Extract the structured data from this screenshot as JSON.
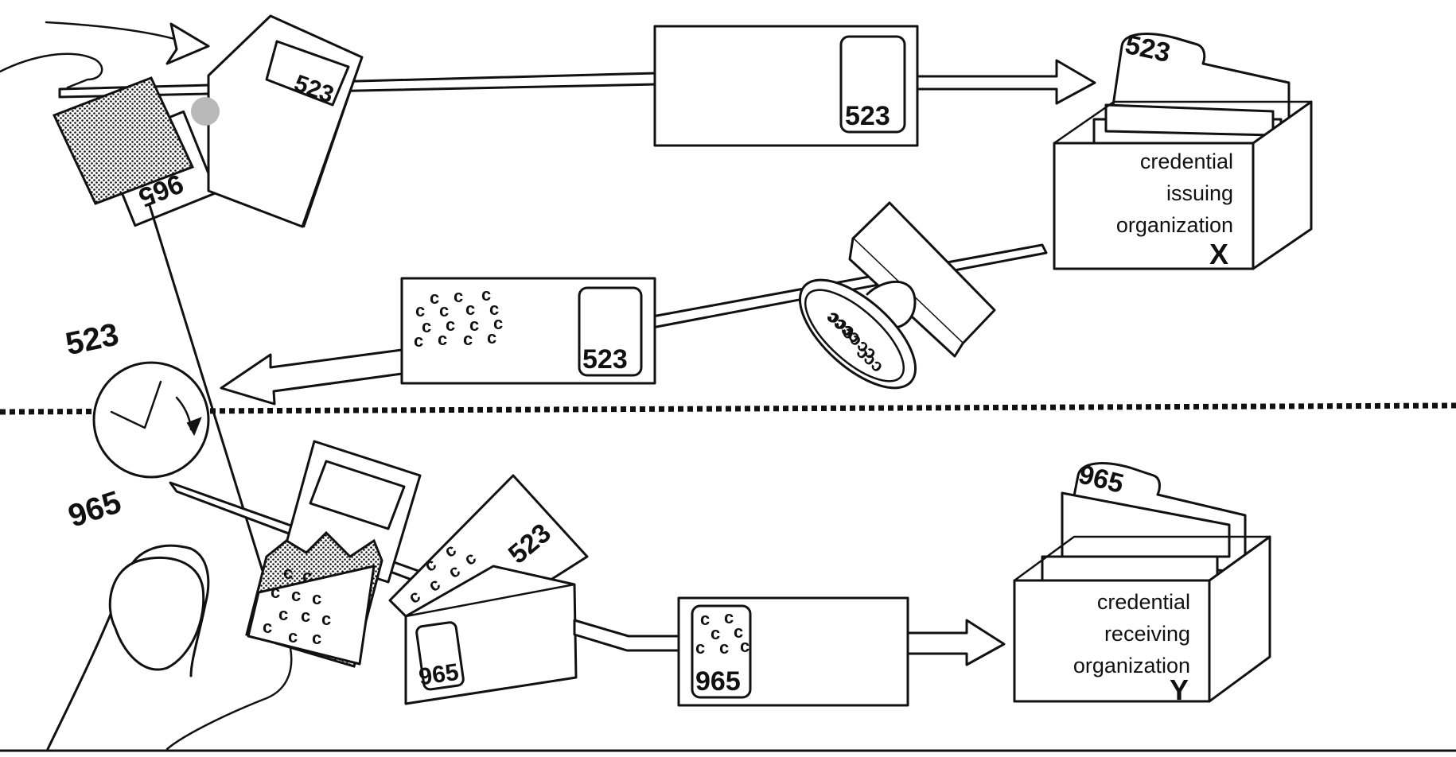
{
  "diagram": {
    "issuing_org": {
      "label_lines": [
        "credential",
        "issuing",
        "organization"
      ],
      "letter": "X",
      "tab_number": "523"
    },
    "receiving_org": {
      "label_lines": [
        "credential",
        "receiving",
        "organization"
      ],
      "letter": "Y",
      "tab_number": "965"
    },
    "top_envelope_number": "523",
    "top_card_number": "523",
    "top_hand_card_number": "965",
    "signed_envelope_number": "523",
    "clock_label_top": "523",
    "clock_label_bottom": "965",
    "bottom_torn_number": "523",
    "bottom_wallet_number": "965",
    "bottom_envelope_number": "965",
    "stamp_glyph": "c",
    "colors": {
      "ink": "#111111",
      "background": "#ffffff",
      "pointer": "#b9b9b9"
    }
  }
}
